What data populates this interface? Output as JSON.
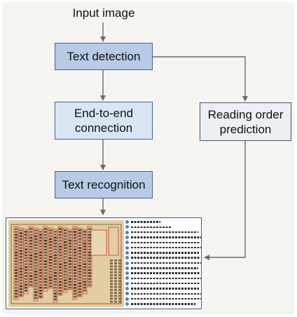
{
  "diagram": {
    "input_label": "Input image",
    "nodes": {
      "text_detection": "Text detection",
      "end_to_end_line1": "End-to-end",
      "end_to_end_line2": "connection",
      "text_recognition": "Text recognition",
      "reading_order_line1": "Reading order",
      "reading_order_line2": "prediction"
    },
    "colors": {
      "box_fill": "#b7cbe6",
      "box_border": "#3f6496",
      "reading_order_fill": "#eceff3",
      "arrow": "#6b6b6b",
      "background": "#f6f5f1"
    },
    "result_image": {
      "description_icon": "ancient-chinese-document-image",
      "transcribed_line_count": 17
    }
  }
}
